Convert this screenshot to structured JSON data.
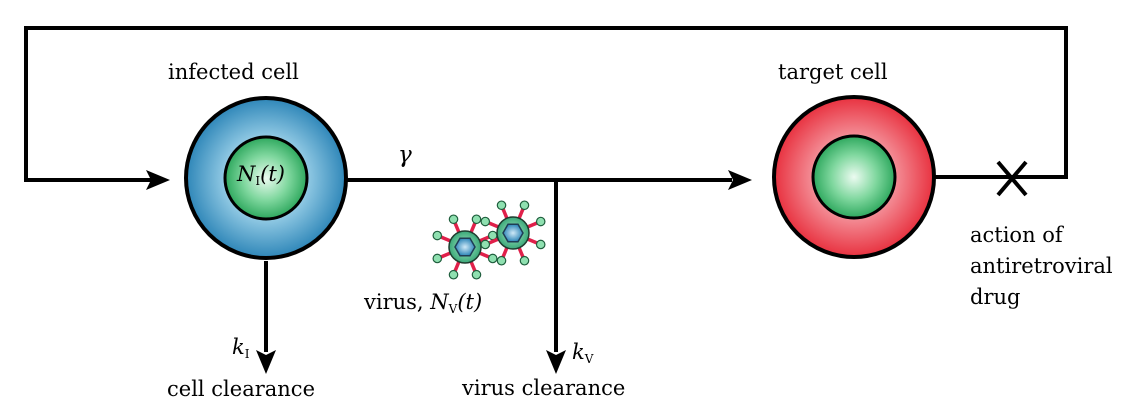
{
  "labels": {
    "infected_cell": "infected cell",
    "target_cell": "target cell",
    "gamma": "γ",
    "infected_count_symbol": "N",
    "infected_count_sub": "I",
    "infected_count_arg": "(t)",
    "virus_prefix": "virus,",
    "virus_count_symbol": "N",
    "virus_count_sub": "V",
    "virus_count_arg": "(t)",
    "cell_clearance_rate_symbol": "k",
    "cell_clearance_rate_sub": "I",
    "cell_clearance": "cell clearance",
    "virus_clearance_rate_symbol": "k",
    "virus_clearance_rate_sub": "V",
    "virus_clearance": "virus clearance",
    "drug_action": [
      "action of",
      "antiretroviral",
      "drug"
    ]
  },
  "colors": {
    "infected_cell_outer": "#2e86b8",
    "infected_cell_nucleus": "#2ea85e",
    "target_cell_outer": "#e8313f",
    "target_cell_nucleus": "#2ea85e",
    "virus_core": "#2e86b8",
    "virus_shell": "#3aa879",
    "virus_spike": "#e0204a",
    "virus_spike_tip": "#8fe0b0",
    "lines": "#000000"
  },
  "icons": {
    "virus": "virus-particle-icon",
    "block": "x-block-icon"
  }
}
